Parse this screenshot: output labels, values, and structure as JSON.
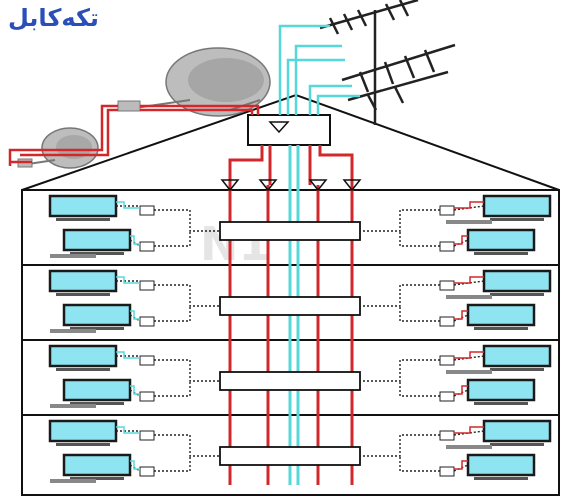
{
  "brand": {
    "logo_text": "تکه‌کابل",
    "watermark": "N1"
  },
  "colors": {
    "signal_red": "#d2282c",
    "signal_cyan": "#56d8d8",
    "wire_dark": "#222222",
    "tv_screen": "#8fe4f2",
    "tv_frame": "#1a1a1a",
    "dish": "#bdbdbd",
    "logo": "#2a4fb7"
  },
  "icons": [
    "satellite-dish-icon",
    "tv-antenna-icon",
    "tv-icon",
    "splitter-icon",
    "amplifier-icon"
  ],
  "floors": 4,
  "tvs_per_floor": 4
}
